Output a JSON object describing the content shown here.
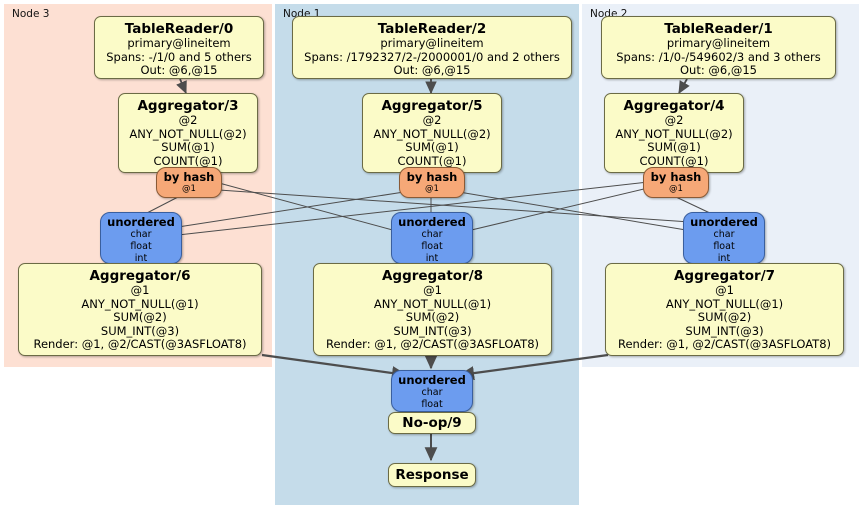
{
  "diagram": {
    "type": "distributed-query-execution-plan",
    "panels": [
      {
        "id": "node3",
        "label": "Node 3",
        "color": "#fde0d3"
      },
      {
        "id": "node1",
        "label": "Node 1",
        "color": "#c5dcea"
      },
      {
        "id": "node2",
        "label": "Node 2",
        "color": "#eaf0f8"
      }
    ],
    "colors": {
      "processor_fill": "#fbfbc8",
      "router_fill": "#f6a877",
      "sync_fill": "#6c9cef",
      "edge": "#4d4d4d",
      "panel_node3": "#fde0d3",
      "panel_node1": "#c5dcea",
      "panel_node2": "#eaf0f8"
    }
  },
  "node3": {
    "label": "Node 3",
    "reader": {
      "title": "TableReader/0",
      "line1": "primary@lineitem",
      "line2": "Spans: -/1/0 and 5 others",
      "line3": "Out: @6,@15"
    },
    "aggregator_top": {
      "title": "Aggregator/3",
      "line1": "@2",
      "line2": "ANY_NOT_NULL(@2)",
      "line3": "SUM(@1)",
      "line4": "COUNT(@1)"
    },
    "router": {
      "title": "by hash",
      "line1": "@1"
    },
    "sync": {
      "title": "unordered",
      "line1": "char",
      "line2": "float",
      "line3": "int"
    },
    "aggregator_bottom": {
      "title": "Aggregator/6",
      "line1": "@1",
      "line2": "ANY_NOT_NULL(@1)",
      "line3": "SUM(@2)",
      "line4": "SUM_INT(@3)",
      "line5": "Render: @1, @2/CAST(@3ASFLOAT8)"
    }
  },
  "node1": {
    "label": "Node 1",
    "reader": {
      "title": "TableReader/2",
      "line1": "primary@lineitem",
      "line2": "Spans: /1792327/2-/2000001/0 and 2 others",
      "line3": "Out: @6,@15"
    },
    "aggregator_top": {
      "title": "Aggregator/5",
      "line1": "@2",
      "line2": "ANY_NOT_NULL(@2)",
      "line3": "SUM(@1)",
      "line4": "COUNT(@1)"
    },
    "router": {
      "title": "by hash",
      "line1": "@1"
    },
    "sync": {
      "title": "unordered",
      "line1": "char",
      "line2": "float",
      "line3": "int"
    },
    "aggregator_bottom": {
      "title": "Aggregator/8",
      "line1": "@1",
      "line2": "ANY_NOT_NULL(@1)",
      "line3": "SUM(@2)",
      "line4": "SUM_INT(@3)",
      "line5": "Render: @1, @2/CAST(@3ASFLOAT8)"
    },
    "final_sync": {
      "title": "unordered",
      "line1": "char",
      "line2": "float"
    },
    "noop": {
      "title": "No-op/9"
    },
    "response": {
      "title": "Response"
    }
  },
  "node2": {
    "label": "Node 2",
    "reader": {
      "title": "TableReader/1",
      "line1": "primary@lineitem",
      "line2": "Spans: /1/0-/549602/3 and 3 others",
      "line3": "Out: @6,@15"
    },
    "aggregator_top": {
      "title": "Aggregator/4",
      "line1": "@2",
      "line2": "ANY_NOT_NULL(@2)",
      "line3": "SUM(@1)",
      "line4": "COUNT(@1)"
    },
    "router": {
      "title": "by hash",
      "line1": "@1"
    },
    "sync": {
      "title": "unordered",
      "line1": "char",
      "line2": "float",
      "line3": "int"
    },
    "aggregator_bottom": {
      "title": "Aggregator/7",
      "line1": "@1",
      "line2": "ANY_NOT_NULL(@1)",
      "line3": "SUM(@2)",
      "line4": "SUM_INT(@3)",
      "line5": "Render: @1, @2/CAST(@3ASFLOAT8)"
    }
  }
}
